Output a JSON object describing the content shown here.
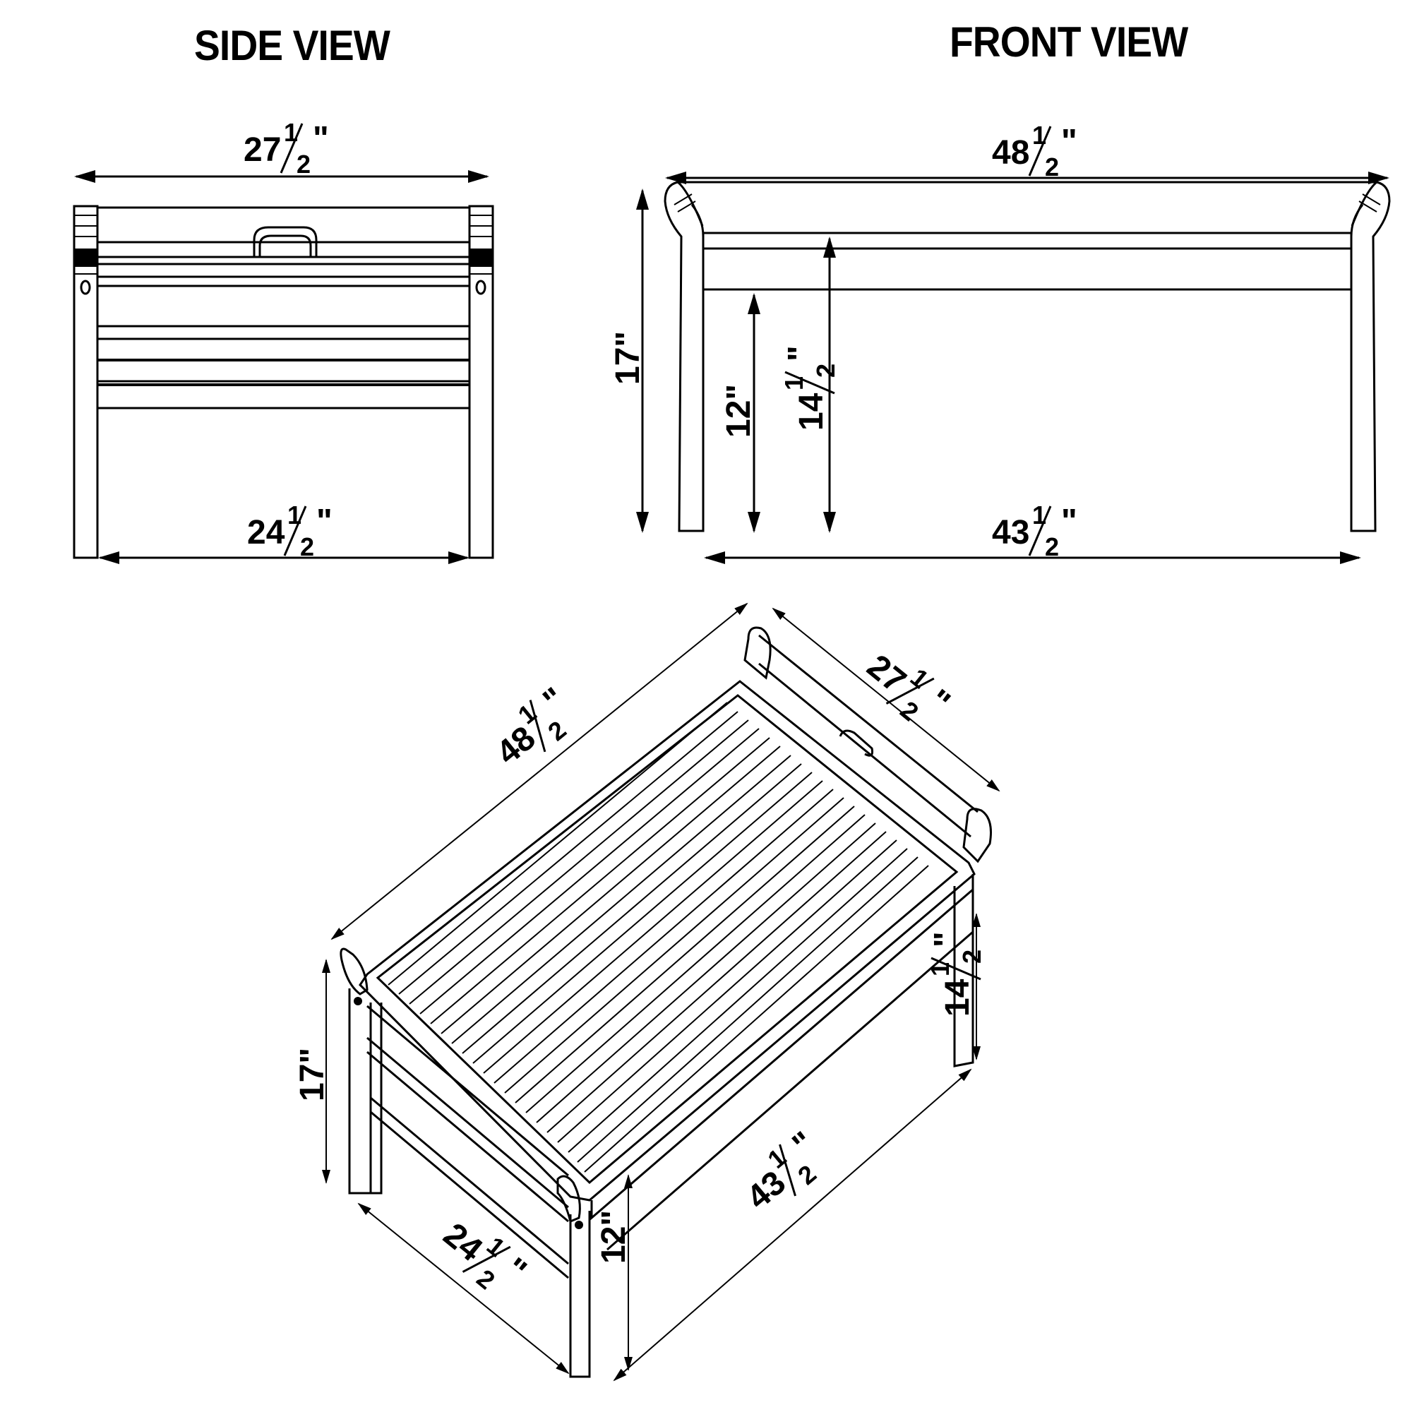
{
  "side_view": {
    "title": "SIDE VIEW",
    "top_width": "27½\"",
    "bottom_width": "24½\""
  },
  "front_view": {
    "title": "FRONT VIEW",
    "top_width": "48½\"",
    "bottom_width": "43½\"",
    "total_height": "17\"",
    "seat_height": "14½\"",
    "leg_clearance": "12\""
  },
  "iso_view": {
    "length": "48½\"",
    "depth": "27½\"",
    "inner_length": "43½\"",
    "inner_depth": "24½\"",
    "total_height": "17\"",
    "seat_height": "14½\"",
    "leg_clearance": "12\""
  },
  "dimension_parts": {
    "whole_27": "27",
    "whole_24": "24",
    "whole_48": "48",
    "whole_43": "43",
    "whole_14": "14",
    "half_num": "1",
    "half_den": "2",
    "inch": "\"",
    "h17": "17\"",
    "h12": "12\""
  }
}
